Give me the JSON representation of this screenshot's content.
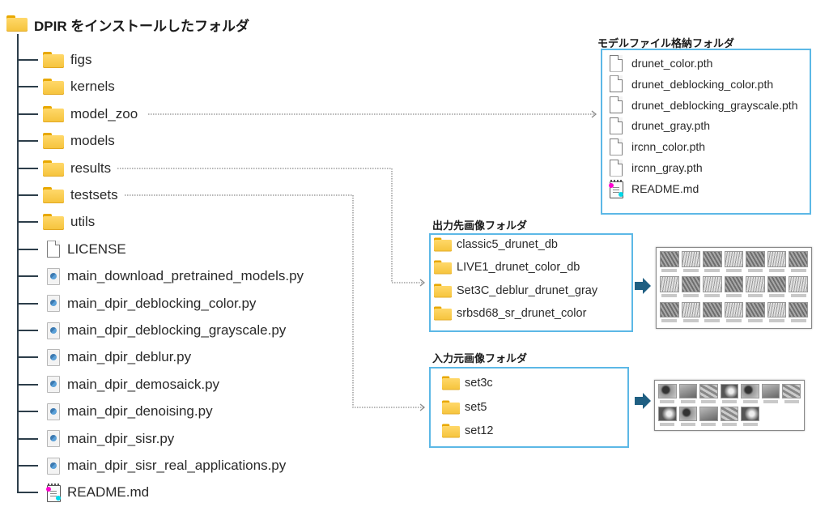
{
  "root": {
    "title": "DPIR をインストールしたフォルダ",
    "icon": "folder-icon"
  },
  "tree": [
    {
      "name": "figs",
      "type": "folder"
    },
    {
      "name": "kernels",
      "type": "folder"
    },
    {
      "name": "model_zoo",
      "type": "folder"
    },
    {
      "name": "models",
      "type": "folder"
    },
    {
      "name": "results",
      "type": "folder"
    },
    {
      "name": "testsets",
      "type": "folder"
    },
    {
      "name": "utils",
      "type": "folder"
    },
    {
      "name": "LICENSE",
      "type": "file"
    },
    {
      "name": "main_download_pretrained_models.py",
      "type": "python"
    },
    {
      "name": "main_dpir_deblocking_color.py",
      "type": "python"
    },
    {
      "name": "main_dpir_deblocking_grayscale.py",
      "type": "python"
    },
    {
      "name": "main_dpir_deblur.py",
      "type": "python"
    },
    {
      "name": "main_dpir_demosaick.py",
      "type": "python"
    },
    {
      "name": "main_dpir_denoising.py",
      "type": "python"
    },
    {
      "name": "main_dpir_sisr.py",
      "type": "python"
    },
    {
      "name": "main_dpir_sisr_real_applications.py",
      "type": "python"
    },
    {
      "name": "README.md",
      "type": "markdown"
    }
  ],
  "panels": {
    "model": {
      "title": "モデルファイル格納フォルダ",
      "items": [
        {
          "name": "drunet_color.pth",
          "type": "file"
        },
        {
          "name": "drunet_deblocking_color.pth",
          "type": "file"
        },
        {
          "name": "drunet_deblocking_grayscale.pth",
          "type": "file"
        },
        {
          "name": "drunet_gray.pth",
          "type": "file"
        },
        {
          "name": "ircnn_color.pth",
          "type": "file"
        },
        {
          "name": "ircnn_gray.pth",
          "type": "file"
        },
        {
          "name": "README.md",
          "type": "markdown"
        }
      ]
    },
    "results": {
      "title": "出力先画像フォルダ",
      "items": [
        {
          "name": "classic5_drunet_db",
          "type": "folder"
        },
        {
          "name": "LIVE1_drunet_color_db",
          "type": "folder"
        },
        {
          "name": "Set3C_deblur_drunet_gray",
          "type": "folder"
        },
        {
          "name": "srbsd68_sr_drunet_color",
          "type": "folder"
        }
      ]
    },
    "testsets": {
      "title": "入力元画像フォルダ",
      "items": [
        {
          "name": "set3c",
          "type": "folder"
        },
        {
          "name": "set5",
          "type": "folder"
        },
        {
          "name": "set12",
          "type": "folder"
        }
      ]
    }
  },
  "connections": [
    {
      "from": "model_zoo",
      "to": "model"
    },
    {
      "from": "results",
      "to": "results"
    },
    {
      "from": "testsets",
      "to": "testsets"
    }
  ],
  "thumbnails": {
    "results_count": 21,
    "testsets_count": 12
  },
  "colors": {
    "panel_border": "#5cb8e6",
    "tree_line": "#2d3e4a",
    "arrow_fill": "#1f5f82",
    "connector": "#888888"
  }
}
